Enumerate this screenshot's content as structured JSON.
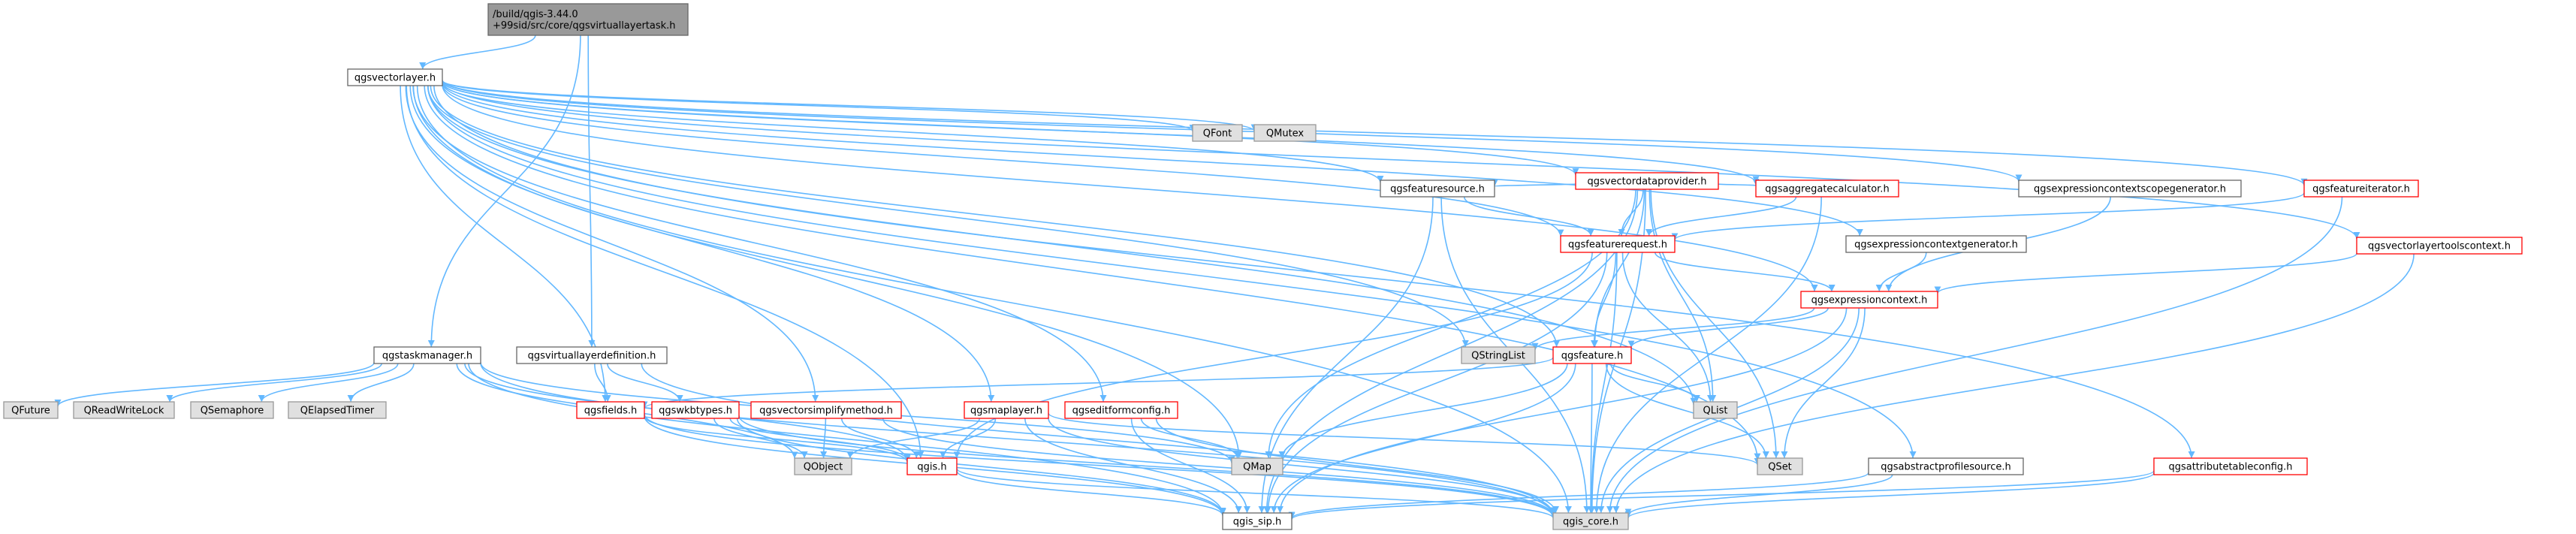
{
  "diagram": {
    "nodes": [
      {
        "id": "root",
        "lines": [
          "/build/qgis-3.44.0",
          "+99sid/src/core/qgsvirtuallayertask.h"
        ],
        "kind": "root"
      },
      {
        "id": "qgsvectorlayer",
        "lines": [
          "qgsvectorlayer.h"
        ],
        "kind": "plain"
      },
      {
        "id": "qgstaskmanager",
        "lines": [
          "qgstaskmanager.h"
        ],
        "kind": "plain"
      },
      {
        "id": "qgsvirtuallayerdefinition",
        "lines": [
          "qgsvirtuallayerdefinition.h"
        ],
        "kind": "plain"
      },
      {
        "id": "qfont",
        "lines": [
          "QFont"
        ],
        "kind": "external"
      },
      {
        "id": "qmutex",
        "lines": [
          "QMutex"
        ],
        "kind": "external"
      },
      {
        "id": "qgsvectordataprovider",
        "lines": [
          "qgsvectordataprovider.h"
        ],
        "kind": "linked"
      },
      {
        "id": "qgsfeaturesource",
        "lines": [
          "qgsfeaturesource.h"
        ],
        "kind": "plain"
      },
      {
        "id": "qgsaggregatecalculator",
        "lines": [
          "qgsaggregatecalculator.h"
        ],
        "kind": "linked"
      },
      {
        "id": "qgsexpressioncontextscopegenerator",
        "lines": [
          "qgsexpressioncontextscopegenerator.h"
        ],
        "kind": "plain"
      },
      {
        "id": "qgsfeatureiterator",
        "lines": [
          "qgsfeatureiterator.h"
        ],
        "kind": "linked"
      },
      {
        "id": "qgsvectorlayertoolscontext",
        "lines": [
          "qgsvectorlayertoolscontext.h"
        ],
        "kind": "linked"
      },
      {
        "id": "qgsfeaturerequest",
        "lines": [
          "qgsfeaturerequest.h"
        ],
        "kind": "linked"
      },
      {
        "id": "qgsexpressioncontextgenerator",
        "lines": [
          "qgsexpressioncontextgenerator.h"
        ],
        "kind": "plain"
      },
      {
        "id": "qgsexpressioncontext",
        "lines": [
          "qgsexpressioncontext.h"
        ],
        "kind": "linked"
      },
      {
        "id": "qstringlist",
        "lines": [
          "QStringList"
        ],
        "kind": "external"
      },
      {
        "id": "qgsfeature",
        "lines": [
          "qgsfeature.h"
        ],
        "kind": "linked"
      },
      {
        "id": "qfuture",
        "lines": [
          "QFuture"
        ],
        "kind": "external"
      },
      {
        "id": "qreadwritelock",
        "lines": [
          "QReadWriteLock"
        ],
        "kind": "external"
      },
      {
        "id": "qsemaphore",
        "lines": [
          "QSemaphore"
        ],
        "kind": "external"
      },
      {
        "id": "qelapsedtimer",
        "lines": [
          "QElapsedTimer"
        ],
        "kind": "external"
      },
      {
        "id": "qgsfields",
        "lines": [
          "qgsfields.h"
        ],
        "kind": "linked"
      },
      {
        "id": "qgswkbtypes",
        "lines": [
          "qgswkbtypes.h"
        ],
        "kind": "linked"
      },
      {
        "id": "qgsvectorsimplifymethod",
        "lines": [
          "qgsvectorsimplifymethod.h"
        ],
        "kind": "linked"
      },
      {
        "id": "qgsmaplayer",
        "lines": [
          "qgsmaplayer.h"
        ],
        "kind": "linked"
      },
      {
        "id": "qgseditformconfig",
        "lines": [
          "qgseditformconfig.h"
        ],
        "kind": "linked"
      },
      {
        "id": "qlist",
        "lines": [
          "QList"
        ],
        "kind": "external"
      },
      {
        "id": "qobject",
        "lines": [
          "QObject"
        ],
        "kind": "external"
      },
      {
        "id": "qgis",
        "lines": [
          "qgis.h"
        ],
        "kind": "linked"
      },
      {
        "id": "qmap",
        "lines": [
          "QMap"
        ],
        "kind": "external"
      },
      {
        "id": "qset",
        "lines": [
          "QSet"
        ],
        "kind": "external"
      },
      {
        "id": "qgsabstractprofilesource",
        "lines": [
          "qgsabstractprofilesource.h"
        ],
        "kind": "plain"
      },
      {
        "id": "qgsattributetableconfig",
        "lines": [
          "qgsattributetableconfig.h"
        ],
        "kind": "linked"
      },
      {
        "id": "qgis_sip",
        "lines": [
          "qgis_sip.h"
        ],
        "kind": "plain"
      },
      {
        "id": "qgis_core",
        "lines": [
          "qgis_core.h"
        ],
        "kind": "external"
      }
    ],
    "edges": [
      [
        "root",
        "qgsvectorlayer"
      ],
      [
        "root",
        "qgstaskmanager"
      ],
      [
        "root",
        "qgsvirtuallayerdefinition"
      ],
      [
        "qgsvectorlayer",
        "qfont"
      ],
      [
        "qgsvectorlayer",
        "qmutex"
      ],
      [
        "qgsvectorlayer",
        "qgsvectordataprovider"
      ],
      [
        "qgsvectorlayer",
        "qgsfeaturesource"
      ],
      [
        "qgsvectorlayer",
        "qgsaggregatecalculator"
      ],
      [
        "qgsvectorlayer",
        "qgsexpressioncontextscopegenerator"
      ],
      [
        "qgsvectorlayer",
        "qgsfeatureiterator"
      ],
      [
        "qgsvectorlayer",
        "qgsvectorlayertoolscontext"
      ],
      [
        "qgsvectorlayer",
        "qgsfeaturerequest"
      ],
      [
        "qgsvectorlayer",
        "qgsexpressioncontextgenerator"
      ],
      [
        "qgsvectorlayer",
        "qgsexpressioncontext"
      ],
      [
        "qgsvectorlayer",
        "qstringlist"
      ],
      [
        "qgsvectorlayer",
        "qgsfeature"
      ],
      [
        "qgsvectorlayer",
        "qgsfields"
      ],
      [
        "qgsvectorlayer",
        "qgsvectorsimplifymethod"
      ],
      [
        "qgsvectorlayer",
        "qgsmaplayer"
      ],
      [
        "qgsvectorlayer",
        "qgseditformconfig"
      ],
      [
        "qgsvectorlayer",
        "qgis"
      ],
      [
        "qgsvectorlayer",
        "qmap"
      ],
      [
        "qgsvectorlayer",
        "qlist"
      ],
      [
        "qgsvectorlayer",
        "qset"
      ],
      [
        "qgsvectorlayer",
        "qgsabstractprofilesource"
      ],
      [
        "qgsvectorlayer",
        "qgsattributetableconfig"
      ],
      [
        "qgsvectorlayer",
        "qgis_core"
      ],
      [
        "qgsvectordataprovider",
        "qgsfeaturesource"
      ],
      [
        "qgsvectordataprovider",
        "qgsaggregatecalculator"
      ],
      [
        "qgsvectordataprovider",
        "qgsfeaturerequest"
      ],
      [
        "qgsvectordataprovider",
        "qgsfeature"
      ],
      [
        "qgsvectordataprovider",
        "qlist"
      ],
      [
        "qgsvectordataprovider",
        "qset"
      ],
      [
        "qgsvectordataprovider",
        "qmap"
      ],
      [
        "qgsvectordataprovider",
        "qgis_core"
      ],
      [
        "qgsvectordataprovider",
        "qgis_sip"
      ],
      [
        "qgsfeaturesource",
        "qgsfeaturerequest"
      ],
      [
        "qgsfeaturesource",
        "qgis_core"
      ],
      [
        "qgsfeaturesource",
        "qgis_sip"
      ],
      [
        "qgsaggregatecalculator",
        "qgsfeaturerequest"
      ],
      [
        "qgsaggregatecalculator",
        "qgis_core"
      ],
      [
        "qgsexpressioncontextscopegenerator",
        "qgsexpressioncontext"
      ],
      [
        "qgsexpressioncontextgenerator",
        "qgsexpressioncontext"
      ],
      [
        "qgsfeatureiterator",
        "qgsfeaturerequest"
      ],
      [
        "qgsfeatureiterator",
        "qgis_core"
      ],
      [
        "qgsvectorlayertoolscontext",
        "qgsexpressioncontext"
      ],
      [
        "qgsvectorlayertoolscontext",
        "qgis_core"
      ],
      [
        "qgsfeaturerequest",
        "qgsexpressioncontext"
      ],
      [
        "qgsfeaturerequest",
        "qgsfeature"
      ],
      [
        "qgsfeaturerequest",
        "qlist"
      ],
      [
        "qgsfeaturerequest",
        "qgis"
      ],
      [
        "qgsfeaturerequest",
        "qgis_core"
      ],
      [
        "qgsfeaturerequest",
        "qgis_sip"
      ],
      [
        "qgsexpressioncontext",
        "qstringlist"
      ],
      [
        "qgsexpressioncontext",
        "qgsfeature"
      ],
      [
        "qgsexpressioncontext",
        "qset"
      ],
      [
        "qgsexpressioncontext",
        "qgis_core"
      ],
      [
        "qgsexpressioncontext",
        "qgis_sip"
      ],
      [
        "qgsfeature",
        "qgsfields"
      ],
      [
        "qgsfeature",
        "qlist"
      ],
      [
        "qgsfeature",
        "qset"
      ],
      [
        "qgsfeature",
        "qmap"
      ],
      [
        "qgsfeature",
        "qgis_core"
      ],
      [
        "qgsfeature",
        "qgis_sip"
      ],
      [
        "qgstaskmanager",
        "qfuture"
      ],
      [
        "qgstaskmanager",
        "qreadwritelock"
      ],
      [
        "qgstaskmanager",
        "qsemaphore"
      ],
      [
        "qgstaskmanager",
        "qelapsedtimer"
      ],
      [
        "qgstaskmanager",
        "qobject"
      ],
      [
        "qgstaskmanager",
        "qgis"
      ],
      [
        "qgstaskmanager",
        "qmap"
      ],
      [
        "qgstaskmanager",
        "qgis_core"
      ],
      [
        "qgstaskmanager",
        "qgis_sip"
      ],
      [
        "qgsvirtuallayerdefinition",
        "qgsfields"
      ],
      [
        "qgsvirtuallayerdefinition",
        "qgswkbtypes"
      ],
      [
        "qgsvirtuallayerdefinition",
        "qgis_core"
      ],
      [
        "qgsfields",
        "qgis"
      ],
      [
        "qgsfields",
        "qgis_core"
      ],
      [
        "qgsfields",
        "qgis_sip"
      ],
      [
        "qgswkbtypes",
        "qobject"
      ],
      [
        "qgswkbtypes",
        "qgis"
      ],
      [
        "qgswkbtypes",
        "qgis_core"
      ],
      [
        "qgswkbtypes",
        "qgis_sip"
      ],
      [
        "qgsvectorsimplifymethod",
        "qobject"
      ],
      [
        "qgsvectorsimplifymethod",
        "qgis"
      ],
      [
        "qgsvectorsimplifymethod",
        "qgis_core"
      ],
      [
        "qgsmaplayer",
        "qobject"
      ],
      [
        "qgsmaplayer",
        "qgis"
      ],
      [
        "qgsmaplayer",
        "qset"
      ],
      [
        "qgsmaplayer",
        "qgis_core"
      ],
      [
        "qgsmaplayer",
        "qgis_sip"
      ],
      [
        "qgseditformconfig",
        "qmap"
      ],
      [
        "qgseditformconfig",
        "qgis_core"
      ],
      [
        "qgseditformconfig",
        "qgis_sip"
      ],
      [
        "qgis",
        "qgis_core"
      ],
      [
        "qgis",
        "qgis_sip"
      ],
      [
        "qgsabstractprofilesource",
        "qgis_core"
      ],
      [
        "qgsabstractprofilesource",
        "qgis_sip"
      ],
      [
        "qgsattributetableconfig",
        "qgis_core"
      ],
      [
        "qgsattributetableconfig",
        "qgis_sip"
      ]
    ],
    "colors": {
      "edge": "#63b8ff",
      "root_fill": "#999999",
      "root_border": "#666666",
      "plain_fill": "#ffffff",
      "plain_border": "#666666",
      "linked_fill": "#ffffff",
      "linked_border": "#ff0000",
      "external_fill": "#e0e0e0",
      "external_border": "#999999",
      "text": "#000000"
    }
  }
}
